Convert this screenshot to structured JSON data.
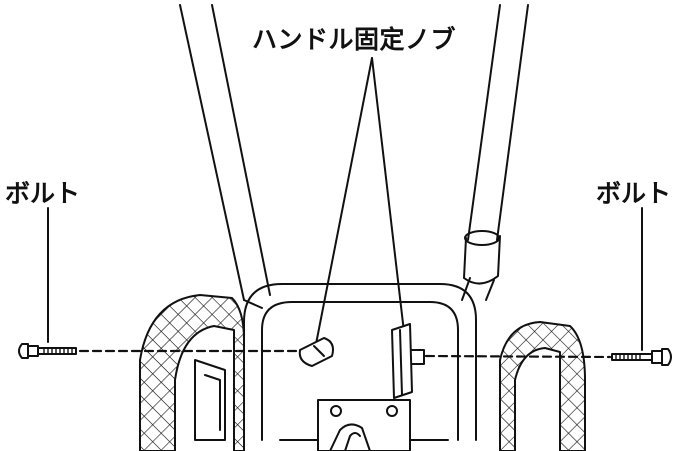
{
  "labels": {
    "handle_knob": "ハンドル固定ノブ",
    "bolt_left": "ボルト",
    "bolt_right": "ボルト"
  },
  "colors": {
    "line": "#111111",
    "background": "#ffffff"
  },
  "parts": [
    "handle-bar",
    "handle-bracket",
    "handle-fixing-knob-left",
    "handle-fixing-knob-right",
    "bolt-left",
    "bolt-right",
    "wheel-left",
    "wheel-right",
    "frame-plate"
  ]
}
